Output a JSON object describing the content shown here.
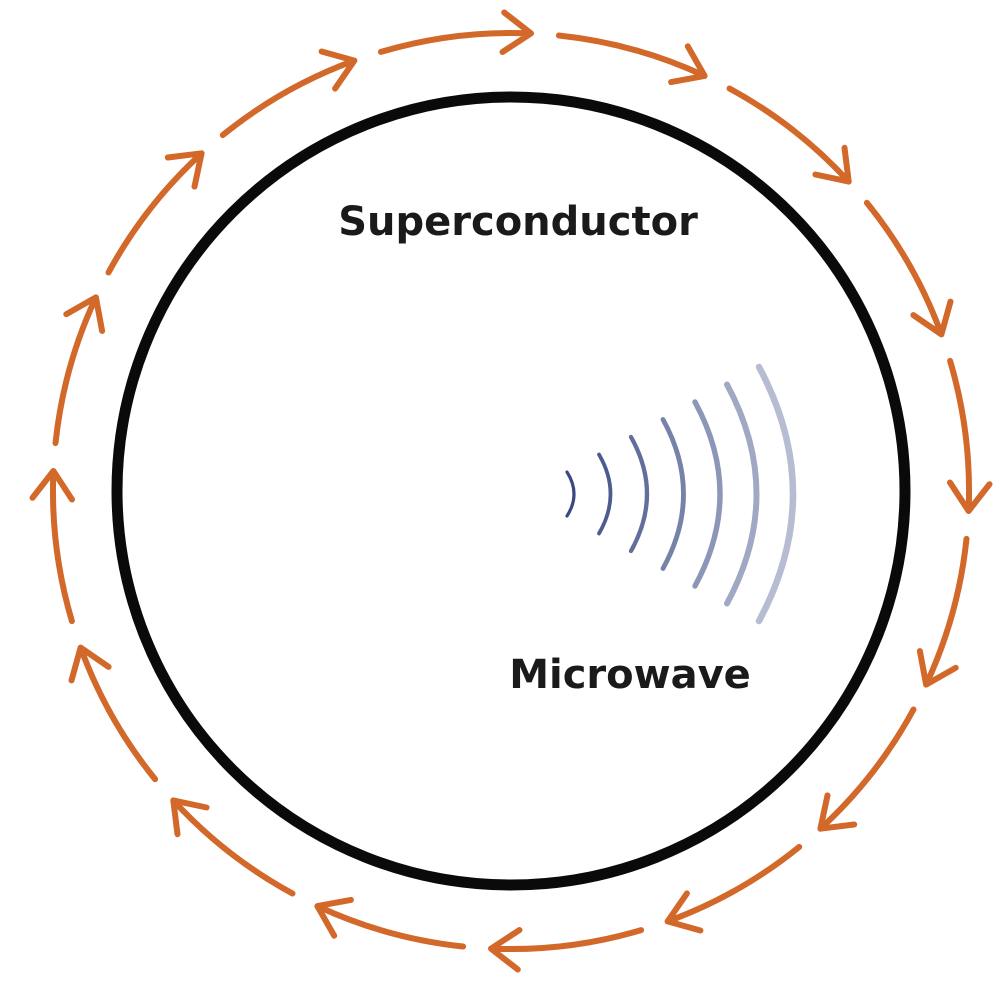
{
  "labels": {
    "ring": "Superconductor",
    "wave": "Microwave"
  },
  "colors": {
    "ring": "#0a0a0a",
    "current_arrows": "#d2692a",
    "wave": "#2e3f7a",
    "background": "#ffffff"
  },
  "current_direction": "clockwise",
  "current_arrow_count": 16,
  "wave_arc_count": 7
}
